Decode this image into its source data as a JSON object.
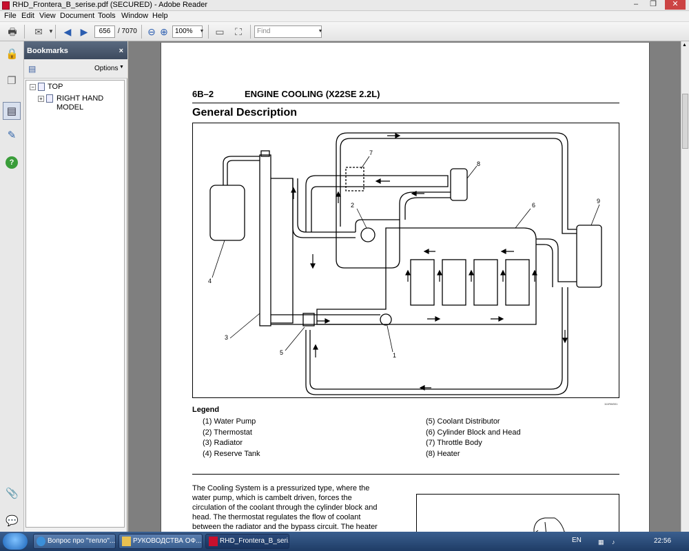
{
  "window": {
    "title": "RHD_Frontera_B_serise.pdf (SECURED) - Adobe Reader",
    "minimize": "–",
    "restore": "❐",
    "close": "✕"
  },
  "menu": [
    "File",
    "Edit",
    "View",
    "Document",
    "Tools",
    "Window",
    "Help"
  ],
  "toolbar": {
    "page_current": "656",
    "page_total": "/ 7070",
    "zoom": "100%",
    "find_placeholder": "Find"
  },
  "bookmarks": {
    "title": "Bookmarks",
    "close": "×",
    "options": "Options",
    "tree": [
      {
        "label": "TOP"
      },
      {
        "label": "RIGHT HAND",
        "label2": "MODEL"
      }
    ]
  },
  "document": {
    "section_code": "6B–2",
    "section_title": "ENGINE COOLING (X22SE 2.2L)",
    "heading": "General Description",
    "figure_code": "111RW001",
    "legend_title": "Legend",
    "legend_left": [
      "(1)   Water Pump",
      "(2)   Thermostat",
      "(3)   Radiator",
      "(4)   Reserve Tank"
    ],
    "legend_right": [
      "(5)   Coolant Distributor",
      "(6)   Cylinder Block and Head",
      "(7)   Throttle Body",
      "(8)   Heater"
    ],
    "body_lines": [
      "The Cooling System is a pressurized type, where the",
      "water pump, which is cambelt driven, forces the",
      "circulation of the coolant through the cylinder block and",
      "head. The thermostat regulates the flow of coolant",
      "between the radiator and the bypass circuit. The heater"
    ],
    "callouts": [
      "1",
      "2",
      "3",
      "4",
      "5",
      "6",
      "7",
      "8",
      "9"
    ]
  },
  "chart_data": {
    "type": "diagram",
    "title": "ENGINE COOLING (X22SE 2.2L)",
    "components": [
      {
        "id": "1",
        "name": "Water Pump"
      },
      {
        "id": "2",
        "name": "Thermostat"
      },
      {
        "id": "3",
        "name": "Radiator"
      },
      {
        "id": "4",
        "name": "Reserve Tank"
      },
      {
        "id": "5",
        "name": "Coolant Distributor"
      },
      {
        "id": "6",
        "name": "Cylinder Block and Head"
      },
      {
        "id": "7",
        "name": "Throttle Body"
      },
      {
        "id": "8",
        "name": "Heater"
      },
      {
        "id": "9",
        "name": ""
      }
    ]
  },
  "taskbar": {
    "tasks": [
      "Вопрос про \"тепло\"...",
      "РУКОВОДСТВА ОФ...",
      "RHD_Frontera_B_seri..."
    ],
    "lang": "EN",
    "time": "22:56"
  }
}
